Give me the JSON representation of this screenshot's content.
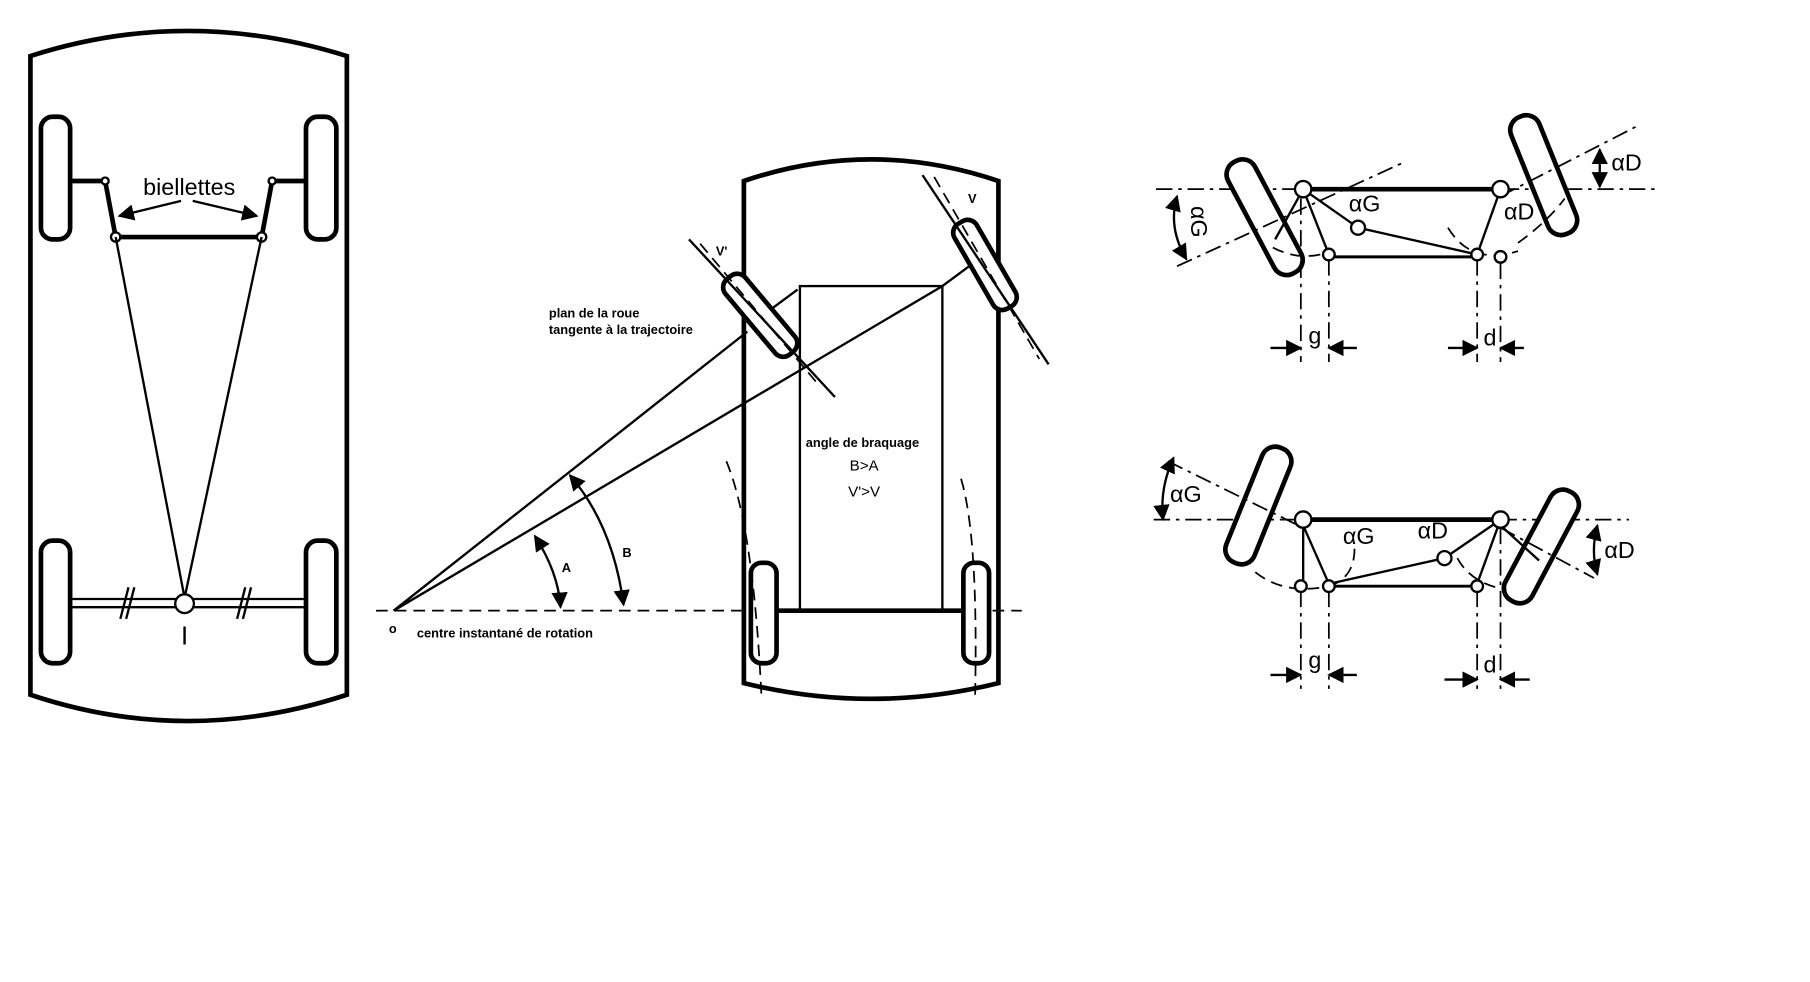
{
  "left_diagram": {
    "tie_rods_label": "biellettes",
    "intersection_label": "I"
  },
  "middle_diagram": {
    "wheel_plane_label_1": "plan de la roue",
    "wheel_plane_label_2": "tangente à la trajectoire",
    "steering_angle_label": "angle de braquage",
    "relation_1": "B>A",
    "relation_2": "V'>V",
    "angle_a": "A",
    "angle_b": "B",
    "center_point": "o",
    "center_label": "centre instantané de rotation",
    "inner_wheel": "V'",
    "outer_wheel": "V"
  },
  "right_top": {
    "alpha_g_outer": "αG",
    "alpha_g_inner": "αG",
    "alpha_d_inner": "αD",
    "alpha_d_outer": "αD",
    "dim_g": "g",
    "dim_d": "d"
  },
  "right_bottom": {
    "alpha_g_outer": "αG",
    "alpha_g_inner": "αG",
    "alpha_d_inner": "αD",
    "alpha_d_outer": "αD",
    "dim_g": "g",
    "dim_d": "d"
  }
}
